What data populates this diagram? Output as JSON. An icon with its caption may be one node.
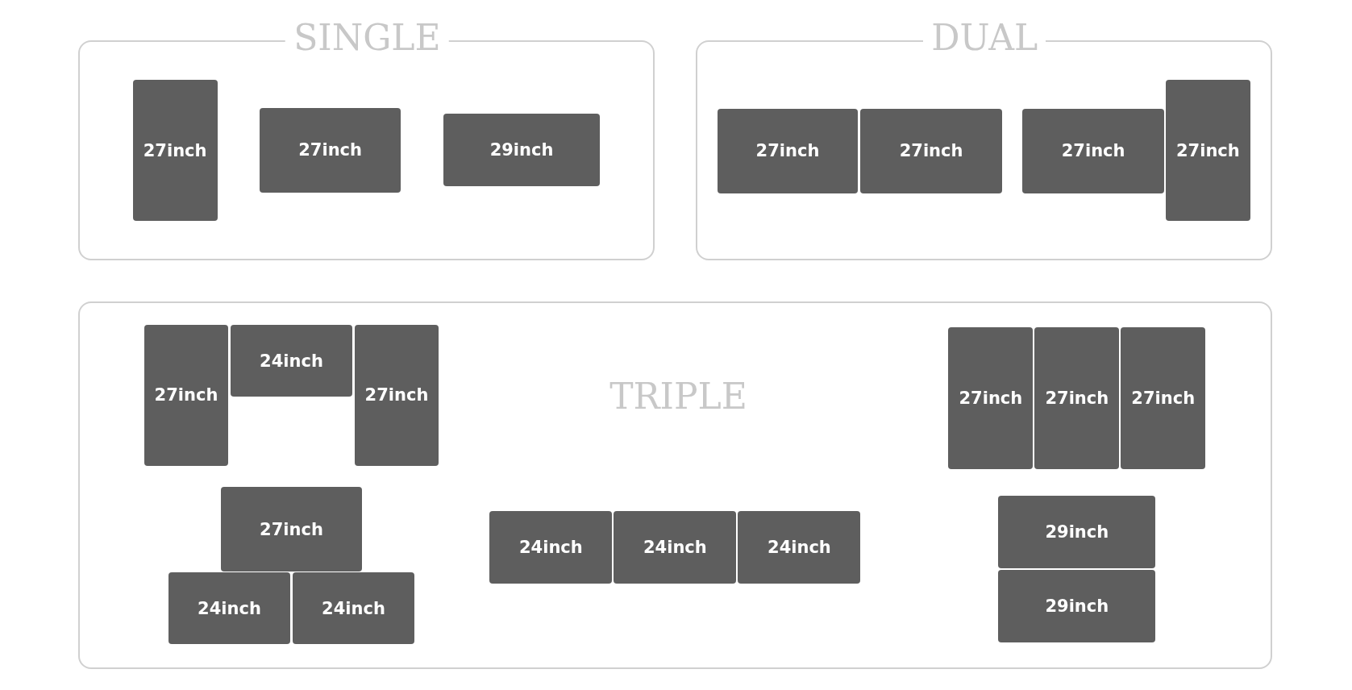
{
  "diagram": {
    "nodes": [
      {
        "text": [
          "SINGLE"
        ]
      },
      {
        "text": [
          "27inch"
        ],
        "in": 0
      },
      {
        "text": [
          "27inch"
        ],
        "in": 0
      },
      {
        "text": [
          "29inch"
        ],
        "in": 0
      },
      {
        "text": [
          "DUAL"
        ]
      },
      {
        "text": [
          "27inch"
        ],
        "in": 4
      },
      {
        "text": [
          "27inch"
        ],
        "in": 4
      },
      {
        "text": [
          "27inch"
        ],
        "in": 4
      },
      {
        "text": [
          "27inch"
        ],
        "in": 4
      },
      {
        "text": [
          "TRIPLE"
        ]
      },
      {
        "text": [
          "27inch"
        ],
        "in": 9
      },
      {
        "text": [
          "24inch"
        ],
        "in": 9
      },
      {
        "text": [
          "27inch"
        ],
        "in": 9
      },
      {
        "text": [
          "27inch"
        ],
        "in": 9
      },
      {
        "text": [
          "27inch"
        ],
        "in": 9
      },
      {
        "text": [
          "27inch"
        ],
        "in": 9
      },
      {
        "text": [
          "27inch"
        ],
        "in": 9
      },
      {
        "text": [
          "24inch"
        ],
        "in": 9
      },
      {
        "text": [
          "24inch"
        ],
        "in": 9
      },
      {
        "text": [
          "24inch"
        ],
        "in": 9
      },
      {
        "text": [
          "24inch"
        ],
        "in": 9
      },
      {
        "text": [
          "24inch"
        ],
        "in": 9
      },
      {
        "text": [
          "29inch"
        ],
        "in": 9
      },
      {
        "text": [
          "29inch"
        ],
        "in": 9
      }
    ]
  }
}
